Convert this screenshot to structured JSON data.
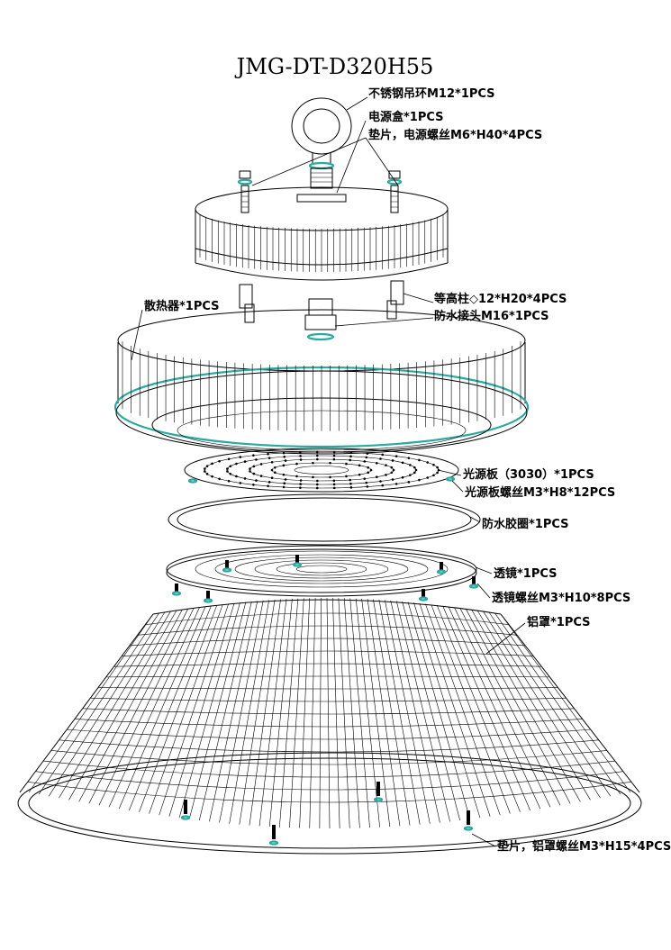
{
  "title": "JMG-DT-D320H55",
  "callouts": {
    "hoop_ring": "不锈钢吊环M12*1PCS",
    "power_box": "电源盒*1PCS",
    "washer_power_screw": "垫片，电源螺丝M6*H40*4PCS",
    "heatsink": "散热器*1PCS",
    "standoff": "等高柱◇12*H20*4PCS",
    "waterproof_connector": "防水接头M16*1PCS",
    "light_board": "光源板（3030）*1PCS",
    "light_board_screw": "光源板螺丝M3*H8*12PCS",
    "waterproof_gasket": "防水胶圈*1PCS",
    "lens": "透镜*1PCS",
    "lens_screw": "透镜螺丝M3*H10*8PCS",
    "reflector": "铝罩*1PCS",
    "washer_reflector_screw": "垫片，铝罩螺丝M3*H15*4PCS"
  },
  "colors": {
    "accent": "#2aa9a0",
    "line": "#000000"
  }
}
